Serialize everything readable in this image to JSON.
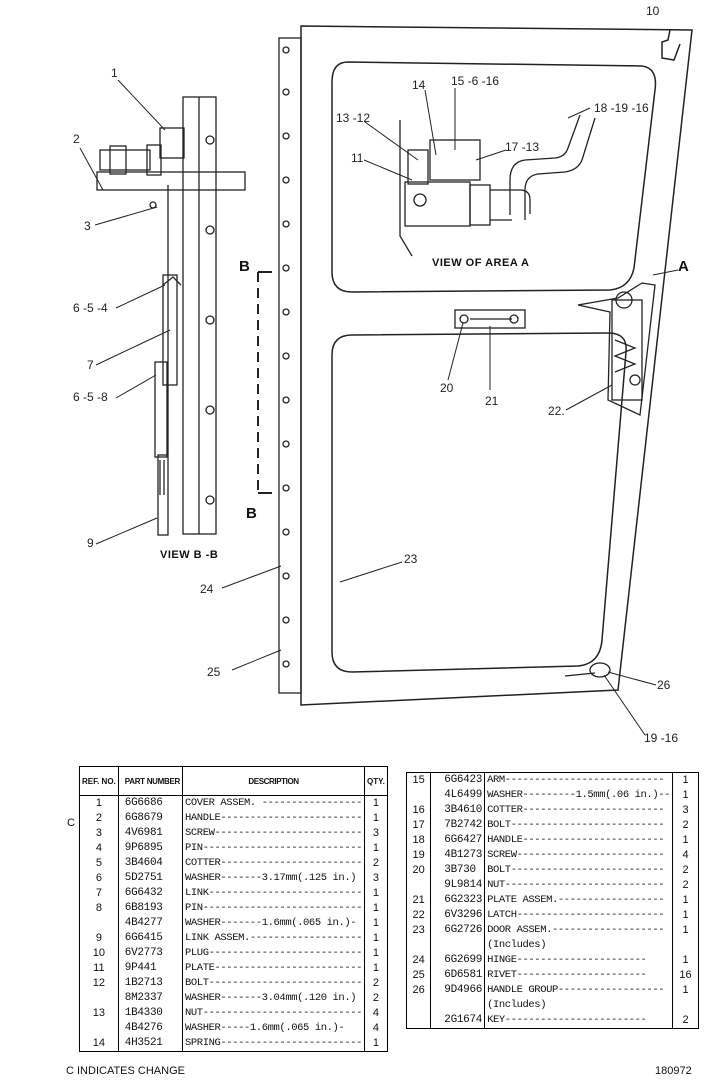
{
  "callouts": {
    "c1": "1",
    "c2": "2",
    "c3": "3",
    "c654": "6 -5 -4",
    "c7": "7",
    "c658": "6 -5 -8",
    "c9": "9",
    "c10": "10",
    "c14": "14",
    "c15616": "15 -6 -16",
    "c1312": "13 -12",
    "c11": "11",
    "c1713": "17 -13",
    "c181916": "18 -19 -16",
    "cA": "A",
    "c20": "20",
    "c21": "21",
    "c22": "22.",
    "c23": "23",
    "c24": "24",
    "c25": "25",
    "c26": "26",
    "c1916": "19 -16"
  },
  "labels": {
    "view_bb": "VIEW B -B",
    "view_area_a": "VIEW OF AREA A",
    "section_b_top": "B",
    "section_b_bottom": "B"
  },
  "table_headers": {
    "ref": "REF. NO.",
    "part": "PART NUMBER",
    "desc": "DESCRIPTION",
    "qty": "QTY."
  },
  "change_marker": "C",
  "parts_left": [
    {
      "ref": "1",
      "part": "6G6686",
      "desc": "COVER ASSEM. -----------------",
      "qty": "1"
    },
    {
      "ref": "2",
      "part": "6G8679",
      "desc": "HANDLE------------------------",
      "qty": "1"
    },
    {
      "ref": "3",
      "part": "4V6981",
      "desc": "SCREW-------------------------",
      "qty": "3"
    },
    {
      "ref": "4",
      "part": "9P6895",
      "desc": "PIN---------------------------",
      "qty": "1"
    },
    {
      "ref": "5",
      "part": "3B4604",
      "desc": "COTTER------------------------",
      "qty": "2"
    },
    {
      "ref": "6",
      "part": "5D2751",
      "desc": "WASHER-------3.17mm(.125 in.)",
      "qty": "3"
    },
    {
      "ref": "7",
      "part": "6G6432",
      "desc": "LINK--------------------------",
      "qty": "1"
    },
    {
      "ref": "8",
      "part": "6B8193",
      "desc": "PIN---------------------------",
      "qty": "1"
    },
    {
      "ref": "",
      "part": "4B4277",
      "desc": "WASHER-------1.6mm(.065 in.)-",
      "qty": "1"
    },
    {
      "ref": "9",
      "part": "6G6415",
      "desc": "LINK ASSEM.-------------------",
      "qty": "1"
    },
    {
      "ref": "10",
      "part": "6V2773",
      "desc": "PLUG--------------------------",
      "qty": "1"
    },
    {
      "ref": "11",
      "part": "9P441",
      "desc": "PLATE-------------------------",
      "qty": "1"
    },
    {
      "ref": "12",
      "part": "1B2713",
      "desc": "BOLT--------------------------",
      "qty": "2"
    },
    {
      "ref": "",
      "part": "8M2337",
      "desc": "WASHER-------3.04mm(.120 in.)",
      "qty": "2"
    },
    {
      "ref": "13",
      "part": "1B4330",
      "desc": "NUT---------------------------",
      "qty": "4"
    },
    {
      "ref": "",
      "part": "4B4276",
      "desc": "WASHER-----1.6mm(.065 in.)-",
      "qty": "4"
    },
    {
      "ref": "14",
      "part": "4H3521",
      "desc": "SPRING------------------------",
      "qty": "1"
    }
  ],
  "parts_right": [
    {
      "ref": "15",
      "part": "6G6423",
      "desc": "ARM---------------------------",
      "qty": "1"
    },
    {
      "ref": "",
      "part": "4L6499",
      "desc": "WASHER---------1.5mm(.06 in.)--",
      "qty": "1"
    },
    {
      "ref": "16",
      "part": "3B4610",
      "desc": "COTTER------------------------",
      "qty": "3"
    },
    {
      "ref": "17",
      "part": "7B2742",
      "desc": "BOLT--------------------------",
      "qty": "2"
    },
    {
      "ref": "18",
      "part": "6G6427",
      "desc": "HANDLE------------------------",
      "qty": "1"
    },
    {
      "ref": "19",
      "part": "4B1273",
      "desc": "SCREW-------------------------",
      "qty": "4"
    },
    {
      "ref": "20",
      "part": "3B730",
      "desc": "BOLT--------------------------",
      "qty": "2"
    },
    {
      "ref": "",
      "part": "9L9814",
      "desc": "NUT---------------------------",
      "qty": "2"
    },
    {
      "ref": "21",
      "part": "6G2323",
      "desc": "PLATE ASSEM.------------------",
      "qty": "1"
    },
    {
      "ref": "22",
      "part": "6V3296",
      "desc": "LATCH-------------------------",
      "qty": "1"
    },
    {
      "ref": "23",
      "part": "6G2726",
      "desc": "DOOR ASSEM.-------------------",
      "qty": "1"
    },
    {
      "ref": "",
      "part": "",
      "desc": "   (Includes)",
      "qty": ""
    },
    {
      "ref": "24",
      "part": "6G2699",
      "desc": "   HINGE----------------------",
      "qty": "1"
    },
    {
      "ref": "25",
      "part": "6D6581",
      "desc": "   RIVET----------------------",
      "qty": "16"
    },
    {
      "ref": "26",
      "part": "9D4966",
      "desc": "HANDLE GROUP------------------",
      "qty": "1"
    },
    {
      "ref": "",
      "part": "",
      "desc": "   (Includes)",
      "qty": ""
    },
    {
      "ref": "",
      "part": "2G1674",
      "desc": "   KEY------------------------",
      "qty": "2"
    }
  ],
  "footer": {
    "change_note": "C INDICATES CHANGE",
    "drawing_no": "180972"
  }
}
